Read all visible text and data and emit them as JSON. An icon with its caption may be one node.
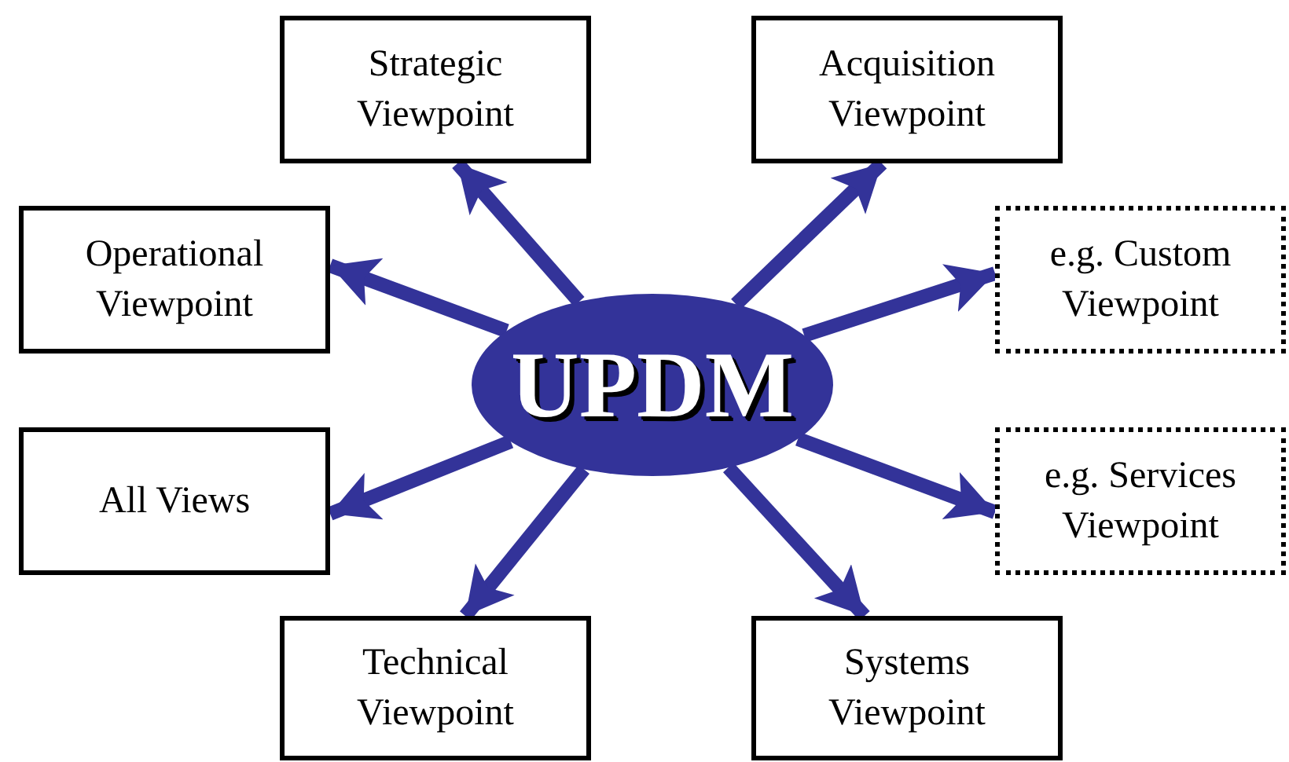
{
  "diagram": {
    "nodes": [
      {
        "text": [
          "Strategic Viewpoint"
        ]
      },
      {
        "text": [
          "Acquisition Viewpoint"
        ]
      },
      {
        "text": [
          "Operational Viewpoint"
        ]
      },
      {
        "text": [
          "e.g. Custom Viewpoint"
        ]
      },
      {
        "text": [
          "UPDM"
        ]
      },
      {
        "text": [
          "All Views"
        ]
      },
      {
        "text": [
          "e.g. Services Viewpoint"
        ]
      },
      {
        "text": [
          "Technical Viewpoint"
        ]
      },
      {
        "text": [
          "Systems Viewpoint"
        ]
      }
    ],
    "edges": [
      {
        "from": 4,
        "to": 0,
        "arrow": "to"
      },
      {
        "from": 4,
        "to": 1,
        "arrow": "to"
      },
      {
        "from": 4,
        "to": 2,
        "arrow": "to"
      },
      {
        "from": 4,
        "to": 3,
        "arrow": "to"
      },
      {
        "from": 4,
        "to": 5,
        "arrow": "to"
      },
      {
        "from": 4,
        "to": 6,
        "arrow": "to"
      },
      {
        "from": 4,
        "to": 7,
        "arrow": "to"
      },
      {
        "from": 4,
        "to": 8,
        "arrow": "to"
      }
    ]
  }
}
